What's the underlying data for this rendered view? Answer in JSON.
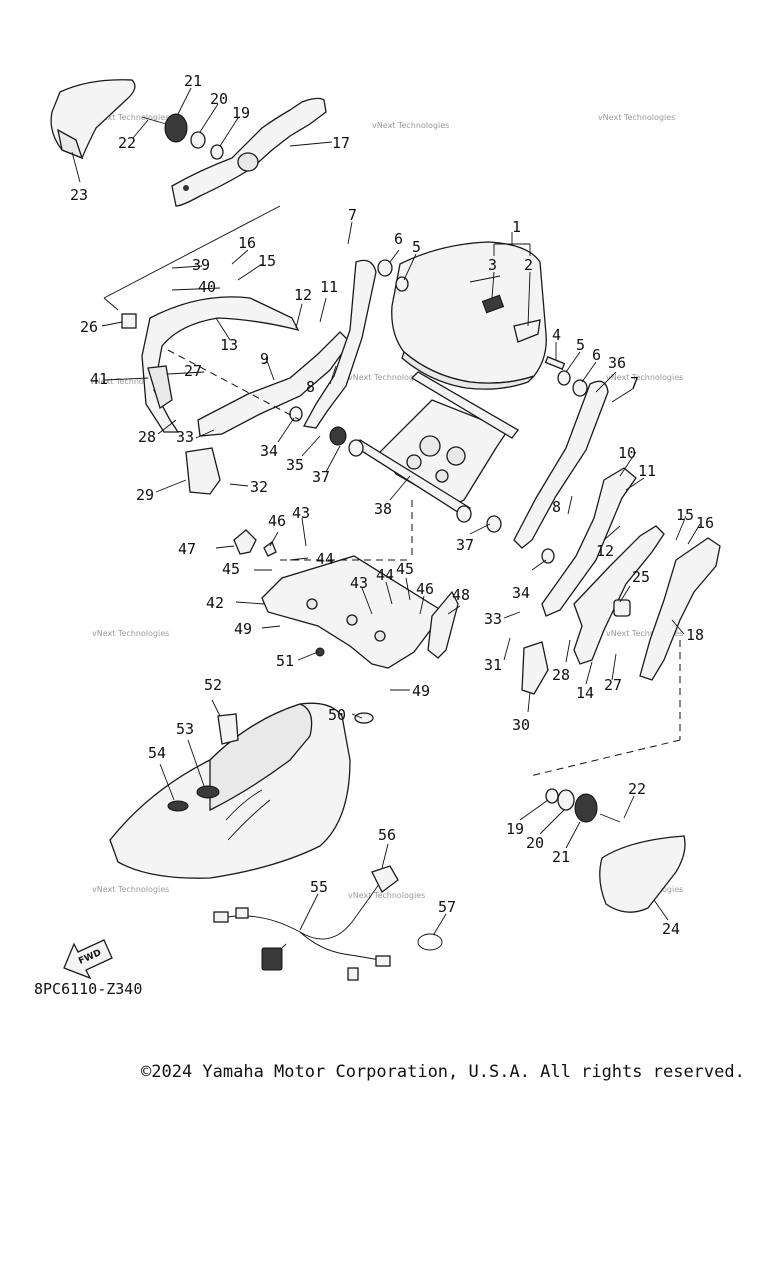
{
  "diagram_code": "8PC6110-Z340",
  "fwd_label": "FWD",
  "copyright": "©2024 Yamaha Motor Corporation, U.S.A. All rights reserved.",
  "watermark": "vNext Technologies",
  "callouts": [
    "1",
    "2",
    "3",
    "4",
    "5",
    "6",
    "7",
    "8",
    "9",
    "10",
    "11",
    "12",
    "13",
    "14",
    "15",
    "16",
    "17",
    "18",
    "19",
    "20",
    "21",
    "22",
    "23",
    "24",
    "25",
    "26",
    "27",
    "28",
    "29",
    "30",
    "31",
    "32",
    "33",
    "34",
    "35",
    "36",
    "37",
    "38",
    "39",
    "40",
    "41",
    "42",
    "43",
    "44",
    "45",
    "46",
    "47",
    "48",
    "49",
    "50",
    "51",
    "52",
    "53",
    "54",
    "55",
    "56",
    "57"
  ]
}
